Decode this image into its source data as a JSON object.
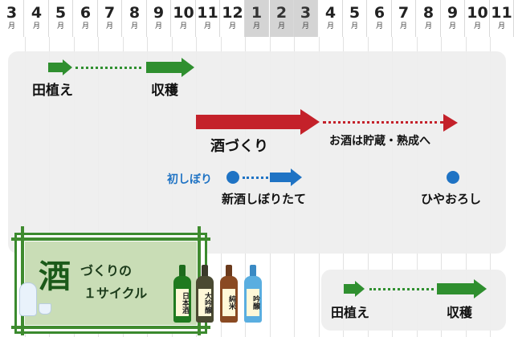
{
  "months": [
    {
      "num": "3",
      "unit": "月"
    },
    {
      "num": "4",
      "unit": "月"
    },
    {
      "num": "5",
      "unit": "月"
    },
    {
      "num": "6",
      "unit": "月"
    },
    {
      "num": "7",
      "unit": "月"
    },
    {
      "num": "8",
      "unit": "月"
    },
    {
      "num": "9",
      "unit": "月"
    },
    {
      "num": "10",
      "unit": "月"
    },
    {
      "num": "11",
      "unit": "月"
    },
    {
      "num": "12",
      "unit": "月"
    },
    {
      "num": "1",
      "unit": "月"
    },
    {
      "num": "2",
      "unit": "月"
    },
    {
      "num": "3",
      "unit": "月"
    },
    {
      "num": "4",
      "unit": "月"
    },
    {
      "num": "5",
      "unit": "月"
    },
    {
      "num": "6",
      "unit": "月"
    },
    {
      "num": "7",
      "unit": "月"
    },
    {
      "num": "8",
      "unit": "月"
    },
    {
      "num": "9",
      "unit": "月"
    },
    {
      "num": "10",
      "unit": "月"
    },
    {
      "num": "11",
      "unit": "月"
    }
  ],
  "rice": {
    "planting_label": "田植え",
    "harvest_label": "収穫"
  },
  "brewing": {
    "label": "酒づくり",
    "aging_label": "お酒は貯蔵・熟成へ"
  },
  "shibori": {
    "first_label": "初しぼり",
    "fresh_label": "新酒しぼりたて",
    "hiyaoroshi_label": "ひやおろし"
  },
  "next_year": {
    "planting_label": "田植え",
    "harvest_label": "収穫"
  },
  "badge": {
    "big_char": "酒",
    "line1": "づくりの",
    "line2": "１サイクル",
    "bottle1": "日本酒",
    "bottle2": "大吟醸",
    "bottle3": "純米",
    "bottle4": "吟醸"
  },
  "colors": {
    "green": "#2f8f2f",
    "red": "#c4212a",
    "blue": "#1f73c4",
    "next_year_header": "#d4d4d4"
  }
}
